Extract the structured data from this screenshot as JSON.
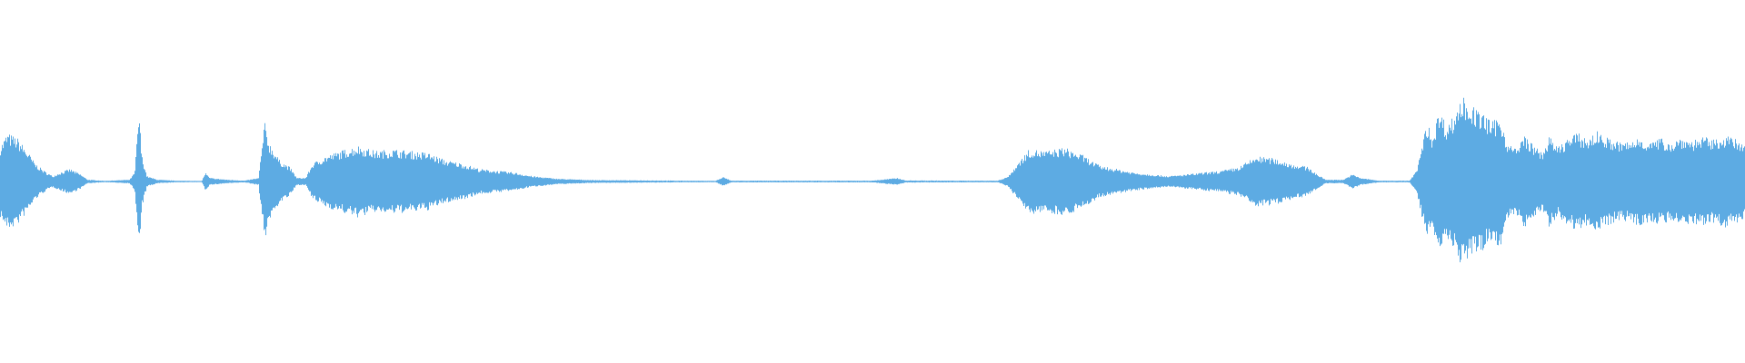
{
  "waveform": {
    "color": "#5dabe3",
    "background": "#ffffff",
    "amplitude_envelope": [
      [
        0.0,
        0.2
      ],
      [
        0.004,
        0.27
      ],
      [
        0.01,
        0.24
      ],
      [
        0.016,
        0.16
      ],
      [
        0.02,
        0.1
      ],
      [
        0.025,
        0.06
      ],
      [
        0.03,
        0.03
      ],
      [
        0.034,
        0.05
      ],
      [
        0.04,
        0.07
      ],
      [
        0.046,
        0.04
      ],
      [
        0.05,
        0.01
      ],
      [
        0.06,
        0.004
      ],
      [
        0.074,
        0.01
      ],
      [
        0.077,
        0.05
      ],
      [
        0.0795,
        0.4
      ],
      [
        0.081,
        0.15
      ],
      [
        0.084,
        0.03
      ],
      [
        0.09,
        0.01
      ],
      [
        0.1,
        0.005
      ],
      [
        0.1155,
        0.003
      ],
      [
        0.1175,
        0.05
      ],
      [
        0.12,
        0.02
      ],
      [
        0.13,
        0.01
      ],
      [
        0.14,
        0.005
      ],
      [
        0.148,
        0.02
      ],
      [
        0.1515,
        0.33
      ],
      [
        0.154,
        0.22
      ],
      [
        0.16,
        0.12
      ],
      [
        0.166,
        0.08
      ],
      [
        0.17,
        0.02
      ],
      [
        0.175,
        0.02
      ],
      [
        0.179,
        0.1
      ],
      [
        0.186,
        0.14
      ],
      [
        0.195,
        0.17
      ],
      [
        0.205,
        0.2
      ],
      [
        0.215,
        0.17
      ],
      [
        0.225,
        0.18
      ],
      [
        0.235,
        0.17
      ],
      [
        0.245,
        0.16
      ],
      [
        0.255,
        0.12
      ],
      [
        0.265,
        0.1
      ],
      [
        0.275,
        0.07
      ],
      [
        0.285,
        0.06
      ],
      [
        0.295,
        0.05
      ],
      [
        0.305,
        0.03
      ],
      [
        0.32,
        0.015
      ],
      [
        0.34,
        0.008
      ],
      [
        0.36,
        0.007
      ],
      [
        0.39,
        0.005
      ],
      [
        0.41,
        0.004
      ],
      [
        0.4145,
        0.025
      ],
      [
        0.419,
        0.005
      ],
      [
        0.45,
        0.005
      ],
      [
        0.5,
        0.005
      ],
      [
        0.5145,
        0.02
      ],
      [
        0.519,
        0.006
      ],
      [
        0.55,
        0.005
      ],
      [
        0.572,
        0.005
      ],
      [
        0.578,
        0.03
      ],
      [
        0.583,
        0.1
      ],
      [
        0.59,
        0.18
      ],
      [
        0.6,
        0.17
      ],
      [
        0.61,
        0.19
      ],
      [
        0.62,
        0.15
      ],
      [
        0.63,
        0.09
      ],
      [
        0.64,
        0.07
      ],
      [
        0.65,
        0.05
      ],
      [
        0.66,
        0.04
      ],
      [
        0.67,
        0.03
      ],
      [
        0.68,
        0.04
      ],
      [
        0.69,
        0.05
      ],
      [
        0.7,
        0.06
      ],
      [
        0.71,
        0.08
      ],
      [
        0.72,
        0.14
      ],
      [
        0.73,
        0.13
      ],
      [
        0.74,
        0.1
      ],
      [
        0.75,
        0.08
      ],
      [
        0.755,
        0.04
      ],
      [
        0.76,
        0.01
      ],
      [
        0.77,
        0.01
      ],
      [
        0.775,
        0.04
      ],
      [
        0.78,
        0.02
      ],
      [
        0.79,
        0.005
      ],
      [
        0.808,
        0.005
      ],
      [
        0.812,
        0.06
      ],
      [
        0.815,
        0.2
      ],
      [
        0.818,
        0.33
      ],
      [
        0.821,
        0.25
      ],
      [
        0.825,
        0.4
      ],
      [
        0.829,
        0.32
      ],
      [
        0.833,
        0.36
      ],
      [
        0.838,
        0.48
      ],
      [
        0.841,
        0.45
      ],
      [
        0.846,
        0.4
      ],
      [
        0.85,
        0.38
      ],
      [
        0.855,
        0.33
      ],
      [
        0.86,
        0.36
      ],
      [
        0.864,
        0.22
      ],
      [
        0.869,
        0.18
      ],
      [
        0.874,
        0.26
      ],
      [
        0.879,
        0.2
      ],
      [
        0.884,
        0.16
      ],
      [
        0.888,
        0.25
      ],
      [
        0.893,
        0.19
      ],
      [
        0.898,
        0.24
      ],
      [
        0.904,
        0.27
      ],
      [
        0.91,
        0.24
      ],
      [
        0.916,
        0.28
      ],
      [
        0.922,
        0.24
      ],
      [
        0.928,
        0.22
      ],
      [
        0.934,
        0.22
      ],
      [
        0.94,
        0.25
      ],
      [
        0.946,
        0.22
      ],
      [
        0.952,
        0.24
      ],
      [
        0.958,
        0.22
      ],
      [
        0.964,
        0.25
      ],
      [
        0.97,
        0.23
      ],
      [
        0.976,
        0.25
      ],
      [
        0.982,
        0.23
      ],
      [
        0.988,
        0.26
      ],
      [
        0.994,
        0.24
      ],
      [
        1.0,
        0.2
      ]
    ]
  }
}
